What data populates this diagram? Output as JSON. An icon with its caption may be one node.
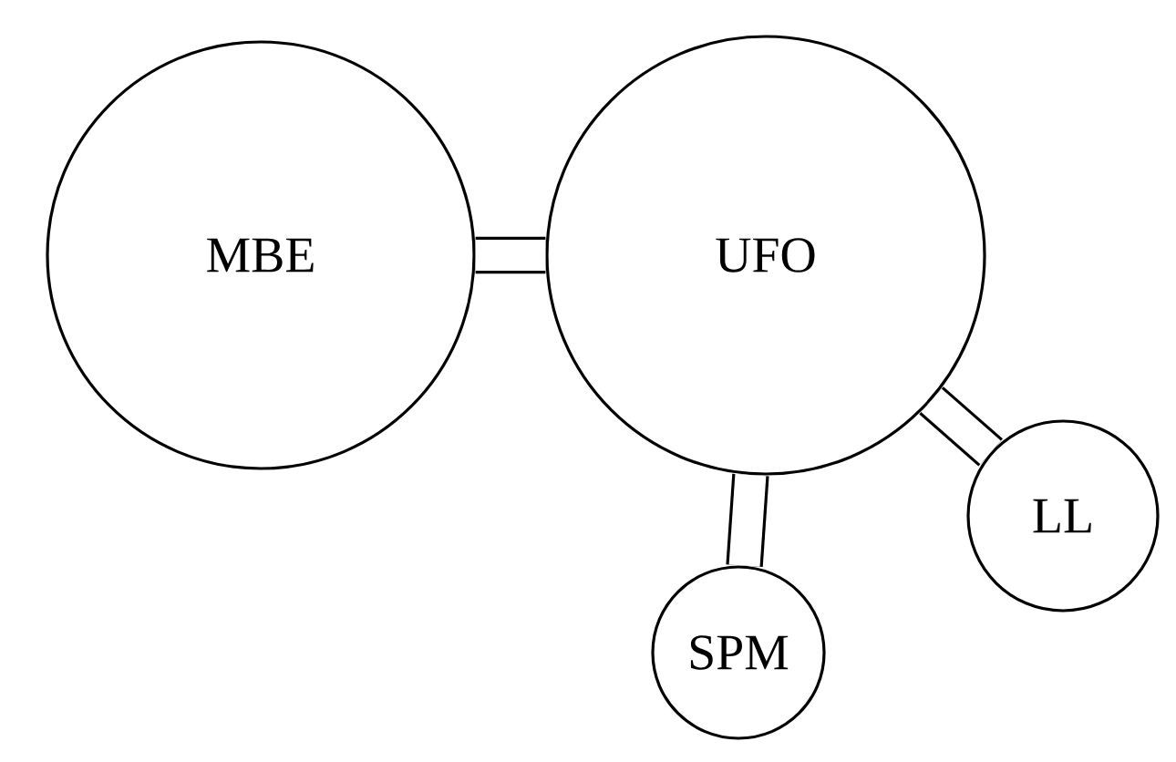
{
  "diagram": {
    "nodes": [
      {
        "text": [
          "MBE"
        ]
      },
      {
        "text": [
          "UFO"
        ]
      },
      {
        "text": [
          "SPM"
        ]
      },
      {
        "text": [
          "LL"
        ]
      }
    ],
    "edges": [
      {
        "from": 0,
        "to": 1,
        "arrow": "none"
      },
      {
        "from": 1,
        "to": 2,
        "arrow": "none"
      },
      {
        "from": 1,
        "to": 3,
        "arrow": "none"
      }
    ]
  }
}
